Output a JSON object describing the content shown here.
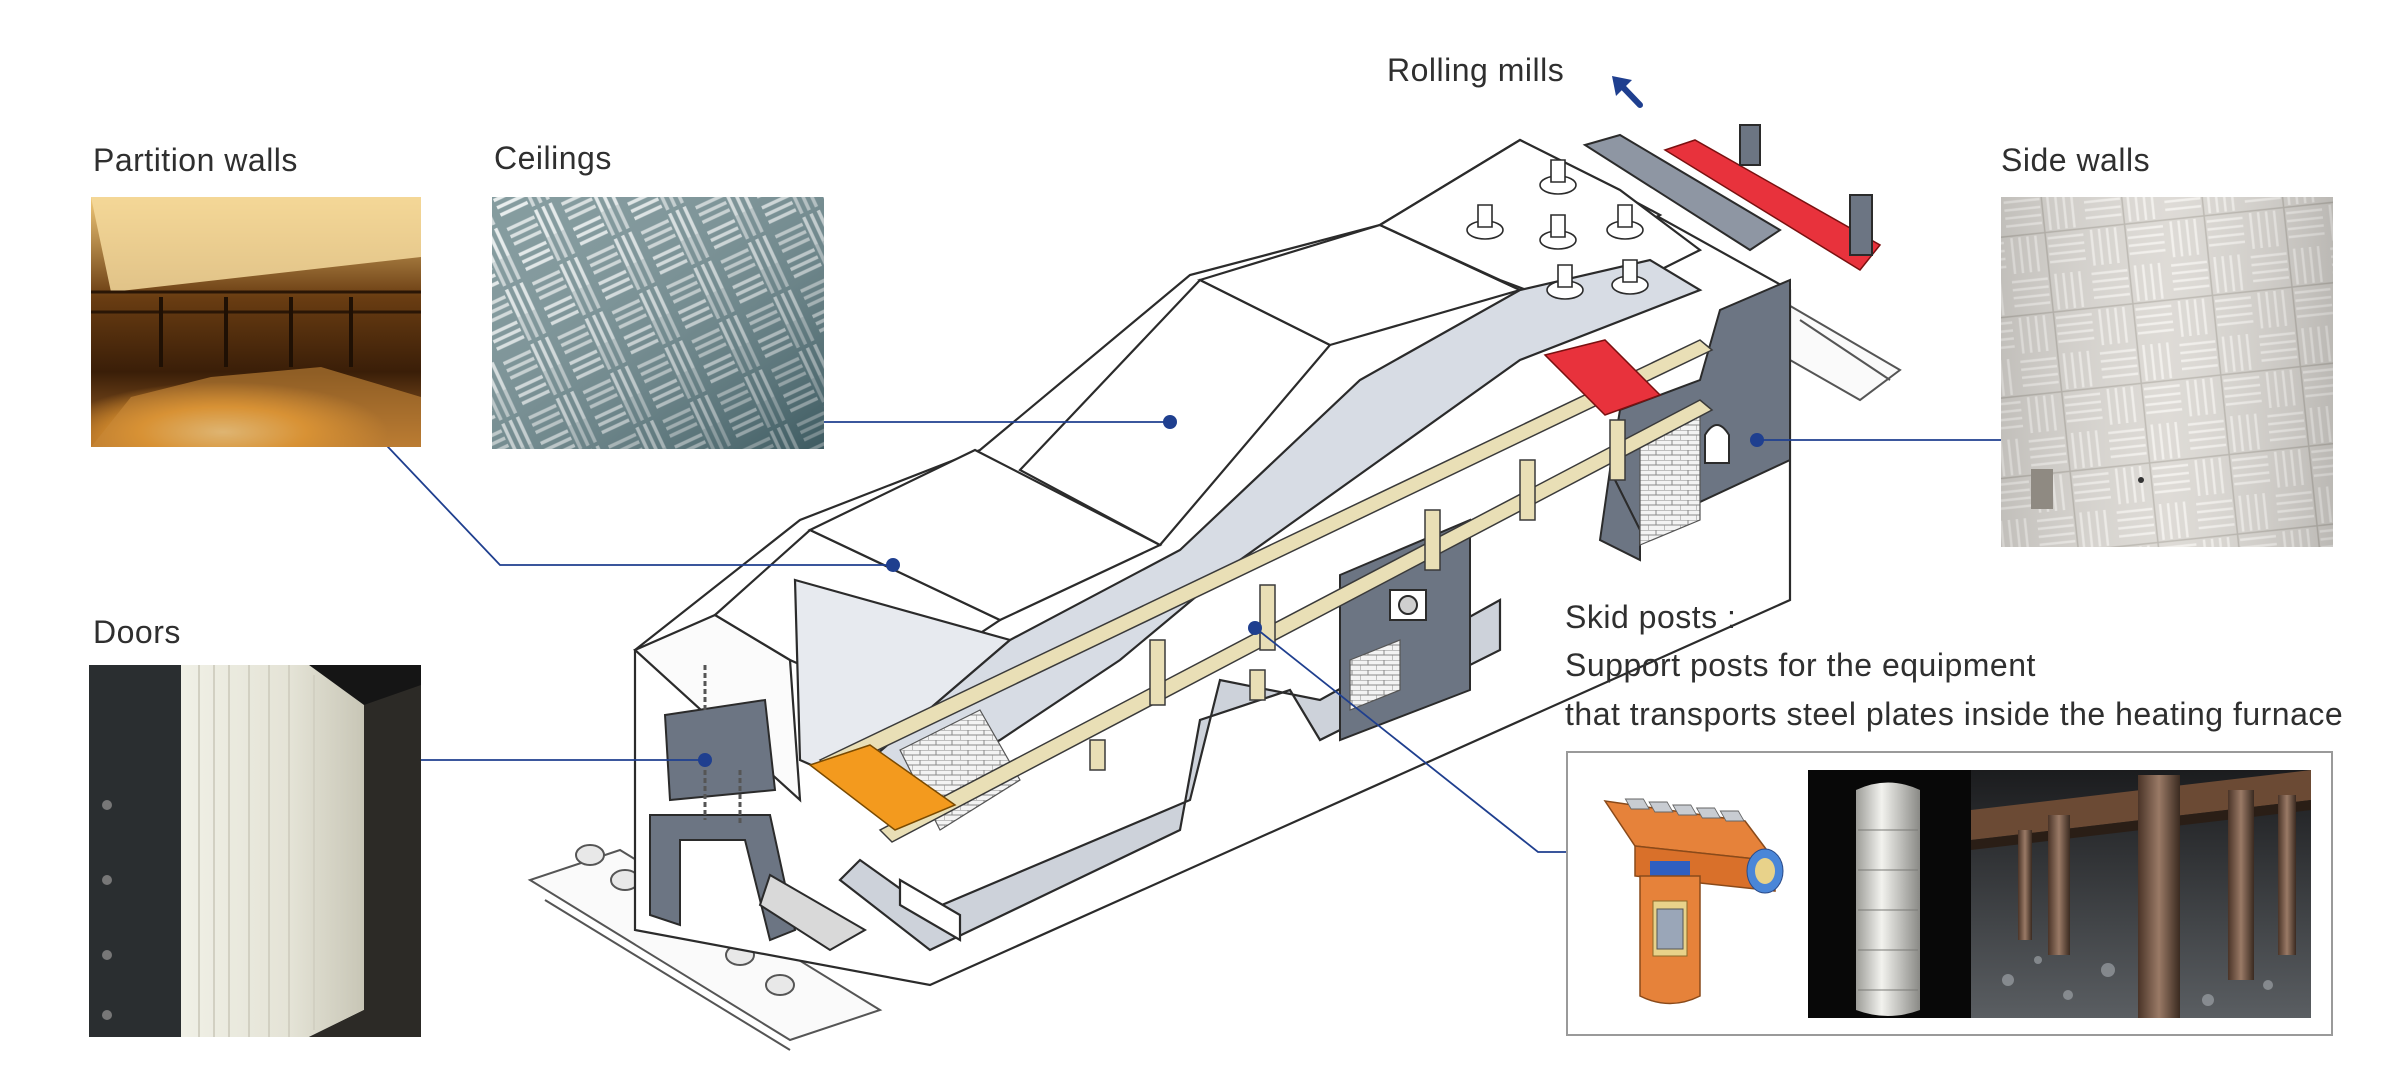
{
  "labels": {
    "rolling_mills": "Rolling mills",
    "partition_walls": "Partition walls",
    "ceilings": "Ceilings",
    "side_walls": "Side walls",
    "doors": "Doors",
    "skid_title": "Skid posts :",
    "skid_line1": "Support posts for the equipment",
    "skid_line2": "that transports steel plates inside the heating furnace"
  },
  "colors": {
    "leader": "#1f3f8f",
    "dot": "#1f3f8f",
    "hot_slab": "#e8323c",
    "cool_slab": "#f39a1e",
    "steel": "#6c7583",
    "refractory": "#c9ced6",
    "pipe": "#e9dfb6"
  },
  "icons": {
    "direction_arrow": "arrow-up-left-icon"
  }
}
